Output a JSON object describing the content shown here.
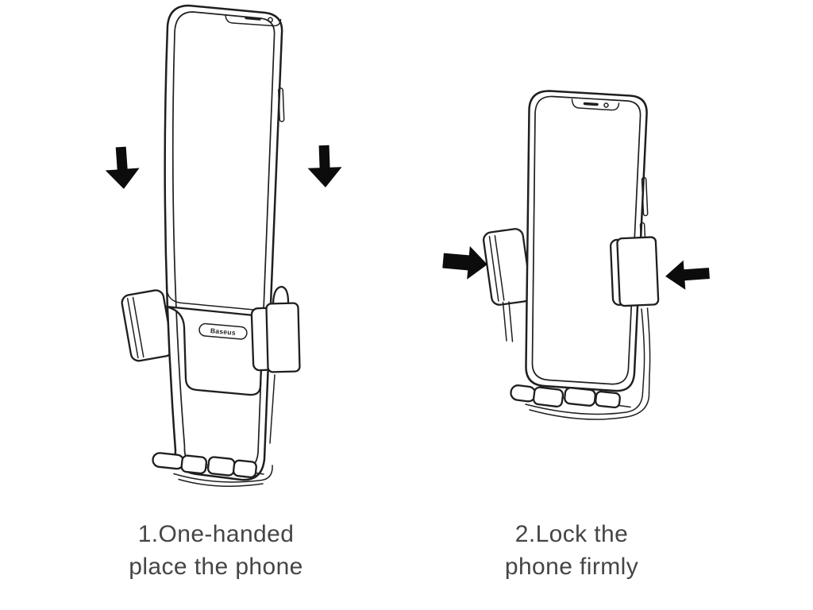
{
  "canvas": {
    "background": "#ffffff",
    "line_color": "#1f1f1f",
    "arrow_color": "#0c0c0c"
  },
  "illustration": {
    "brand_label": "Baseus"
  },
  "steps": [
    {
      "caption_line1": "1.One-handed",
      "caption_line2": "place the phone"
    },
    {
      "caption_line1": "2.Lock the",
      "caption_line2": "phone firmly"
    }
  ]
}
